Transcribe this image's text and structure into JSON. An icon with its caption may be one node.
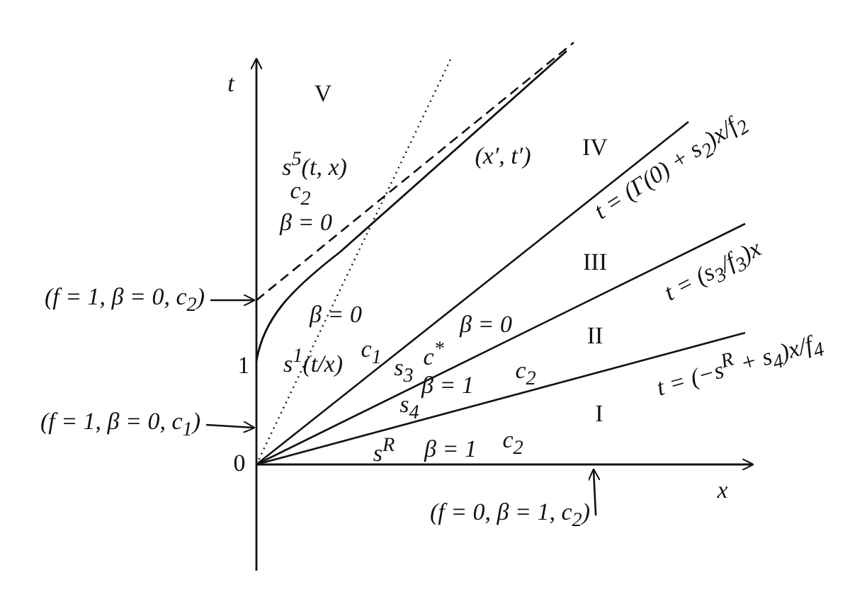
{
  "diagram": {
    "nodes": [
      {
        "text": [
          "(f = 1, β = 0, c$_{2}$)"
        ]
      },
      {
        "text": [
          "(f = 1, β = 0, c$_{1}$)"
        ]
      },
      {
        "text": [
          "(f = 0, β = 1, c$_{2}$)"
        ]
      }
    ],
    "edges": [
      {
        "from": 0,
        "to": null,
        "arrow": "to"
      },
      {
        "from": 1,
        "to": null,
        "arrow": "to"
      },
      {
        "from": 2,
        "to": null,
        "arrow": "to"
      }
    ],
    "labels": [
      "t",
      "V",
      "s$^{5}$(t, x)",
      "c$_{2}$",
      "β = 0",
      "(x′, t′)",
      "IV",
      "t = (Γ(0) + s$_{2}$)x/f$_{2}$",
      "III",
      "t = (s$_{3}$/f$_{3}$)x",
      "β = 0",
      "II",
      "t = (−s$^{R}$ + s$_{4}$)x/f$_{4}$",
      "1",
      "s$^{1}$(t/x)",
      "c$_{1}$",
      "s$_{3}$",
      "c$^{*}$",
      "β = 0",
      "s$_{4}$",
      "β = 1",
      "c$_{2}$",
      "I",
      "0",
      "s$^{R}$",
      "β = 1",
      "c$_{2}$",
      "x"
    ]
  }
}
